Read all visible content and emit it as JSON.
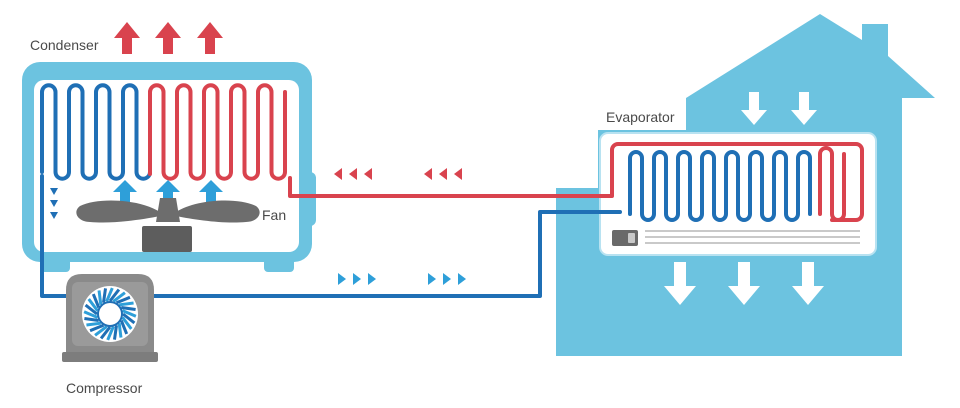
{
  "labels": {
    "condenser": "Condenser",
    "fan": "Fan",
    "evaporator": "Evaporator",
    "compressor": "Compressor"
  },
  "colors": {
    "unit_blue": "#6cc3e0",
    "panel_white": "#ffffff",
    "hot_red": "#d9434e",
    "cold_blue": "#1f6fb5",
    "arrow_light_blue": "#2e9fd9",
    "fan_gray": "#6d6d6d",
    "compressor_gray": "#7d7d7d"
  },
  "icons": {
    "heat_out": "up-arrow-icon",
    "airflow": "down-arrow-icon",
    "flow_left": "triangle-left-icon",
    "flow_right": "triangle-right-icon",
    "fan": "fan-icon",
    "compressor": "compressor-icon"
  }
}
